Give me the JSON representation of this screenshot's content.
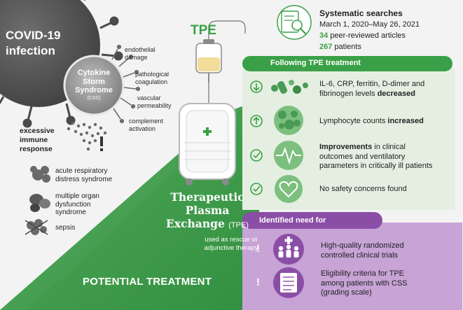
{
  "covid": {
    "title": "COVID-19\ninfection",
    "css_title": "Cytokine\nStorm\nSyndrome",
    "css_abbr": "(CSS)",
    "effects": [
      "endothelial\ndamage",
      "pathological\ncoagulation",
      "vascular\npermeability",
      "complement\nactivation"
    ],
    "excessive": "excessive\nimmune\nresponse",
    "outcomes": [
      "acute respiratory\ndistress syndrome",
      "multiple organ\ndysfunction\nsyndrome",
      "sepsis"
    ]
  },
  "tpe": {
    "label": "TPE",
    "title_main": "Therapeutic\nPlasma\nExchange",
    "title_abbr": "(TPE)",
    "subtitle": "used as rescue or\nadjunctive therapy",
    "potential": "POTENTIAL TREATMENT"
  },
  "search": {
    "title": "Systematic searches",
    "dates": "March 1, 2020–May 26, 2021",
    "articles_num": "34",
    "articles_text": "peer-reviewed articles",
    "patients_num": "267",
    "patients_text": "patients"
  },
  "following": {
    "band": "Following TPE treatment",
    "findings": [
      {
        "pre": "IL-6, CRP, ferritin, D-dimer and\nfibrinogen levels ",
        "bold": "decreased",
        "post": ""
      },
      {
        "pre": "Lymphocyte counts ",
        "bold": "increased",
        "post": ""
      },
      {
        "pre": "",
        "bold": "Improvements",
        "post": " in clinical\noutcomes and ventilatory\nparameters in critically ill patients"
      },
      {
        "pre": "No safety concerns found",
        "bold": "",
        "post": ""
      }
    ]
  },
  "needs": {
    "band": "Identified need for",
    "items": [
      "High-quality randomized\ncontrolled clinical trials",
      "Eligibility criteria for TPE\namong patients with CSS\n(grading scale)"
    ],
    "mark": "!"
  },
  "colors": {
    "green": "#3aa047",
    "dark_green": "#2e8b3d",
    "light_green": "#e6f1e3",
    "purple": "#8b4ea6",
    "light_purple": "#c9a6d9",
    "virus": "#5b5b5b"
  }
}
